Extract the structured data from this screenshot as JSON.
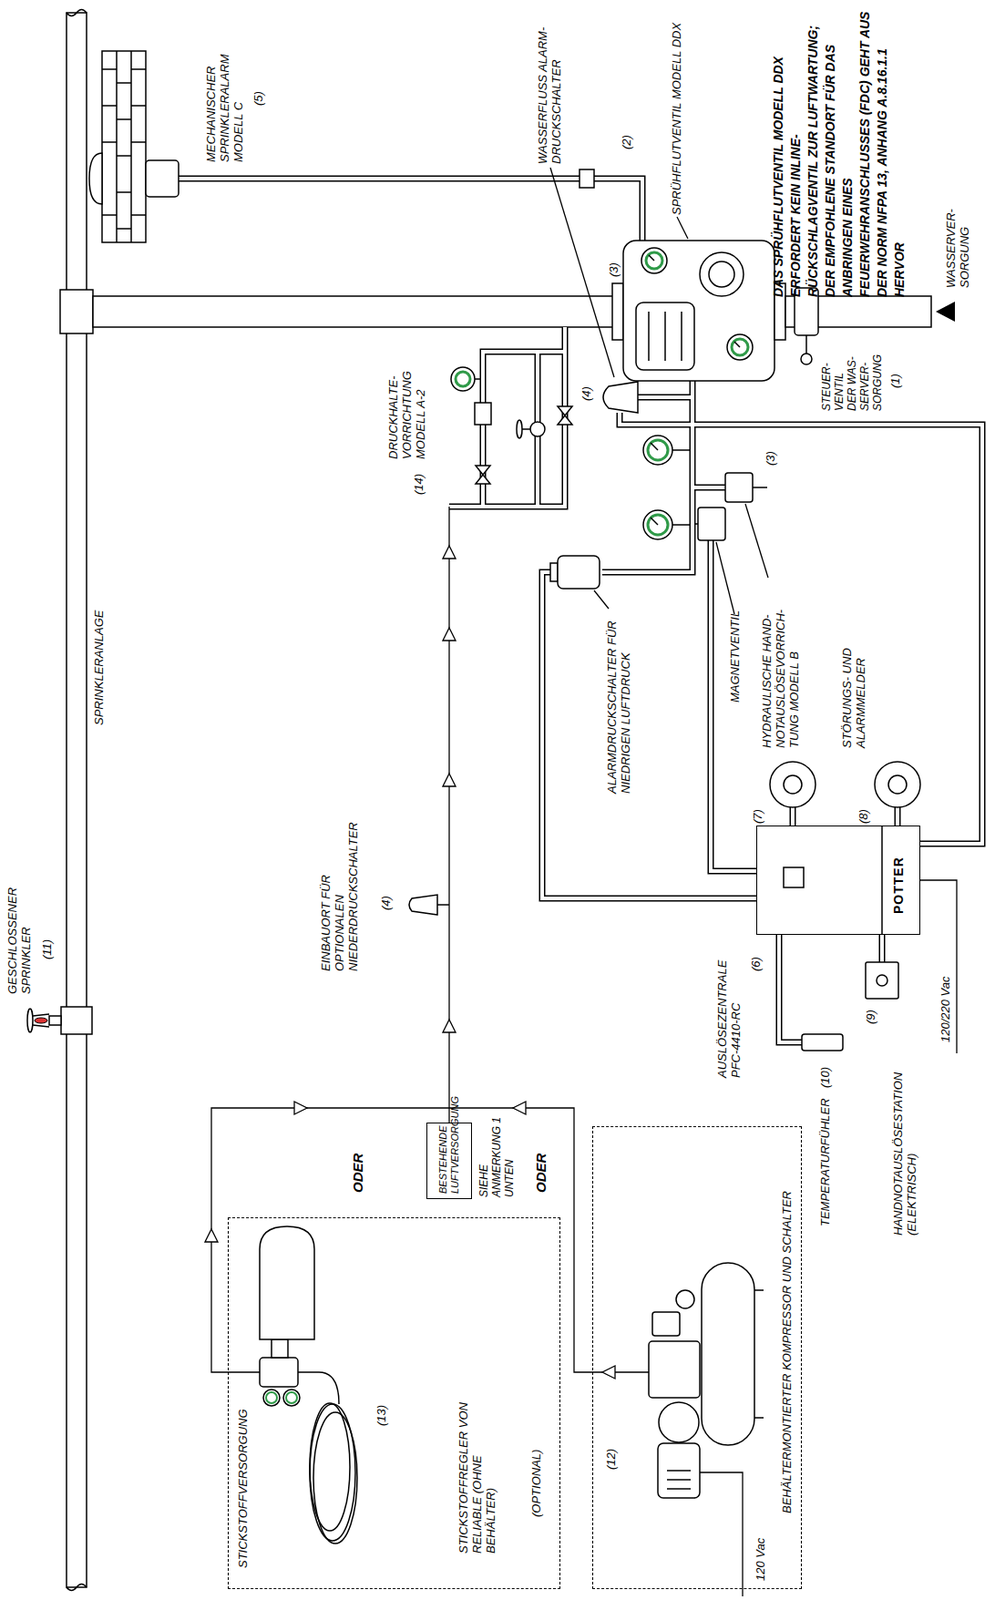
{
  "diagram": {
    "nodes": [
      {
        "text": [
          "STICKSTOFFVERSORGUNG",
          "(13)",
          "STICKSTOFFREGLER VON RELIABLE (OHNE BEHÄLTER)",
          "(OPTIONAL)"
        ]
      },
      {
        "text": [
          "BESTEHENDE LUFTVERSORGUNG"
        ]
      },
      {
        "text": [
          "(12)",
          "BEHÄLTERMONTIERTER KOMPRESSOR UND SCHALTER",
          "120 Vac"
        ]
      },
      {
        "text": [
          "AUSLÖSEZENTRALE PFC-4410-RC",
          "POTTER"
        ]
      }
    ],
    "labels": [
      "GESCHLOSSENER SPRINKLER",
      "(11)",
      "SPRINKLERANLAGE",
      "MECHANISCHER SPRINKLERALARM MODELL C",
      "(5)",
      "(2)",
      "SPRÜHFLUTVENTIL MODELL DDX",
      "DRUCKHALTE- VORRICHTUNG MODELL A-2",
      "(14)",
      "WASSERFLUSS ALARM- DRUCKSCHALTER",
      "(4)",
      "(3)",
      "DAS SPRÜHFLUTVENTIL MODELL DDX ERFORDERT KEIN INLINE-RÜCKSCHLAGVENTIL ZUR LUFTWARTUNG; DER EMPFOHLENE STANDORT FÜR DAS ANBRINGEN EINES FEUERWEHRANSCHLUSSES (FDC) GEHT AUS DER NORM NFPA 13, ANHANG A.8.16.1.1 HERVOR",
      "STEUER- VENTIL DER WAS- SERVER- SORGUNG",
      "(1)",
      "WASSERVER- SORGUNG",
      "ALARMDRUCKSCHALTER FÜR NIEDRIGEN LUFTDRUCK",
      "MAGNETVENTIL",
      "HYDRAULISCHE HAND- NOTAUSLÖSEVORRICH- TUNG MODELL B",
      "(3)",
      "STÖRUNGS- UND ALARMMELDER",
      "(7)",
      "(8)",
      "(6)",
      "EINBAUORT FÜR OPTIONALEN NIEDERDRUCKSCHALTER",
      "(4)",
      "ODER",
      "SIEHE ANMERKUNG 1 UNTEN",
      "ODER",
      "120/220 Vac",
      "(9)",
      "HANDNOTAUSLÖSESTATION (ELEKTRISCH)",
      "(10)",
      "TEMPERATURFÜHLER"
    ]
  }
}
